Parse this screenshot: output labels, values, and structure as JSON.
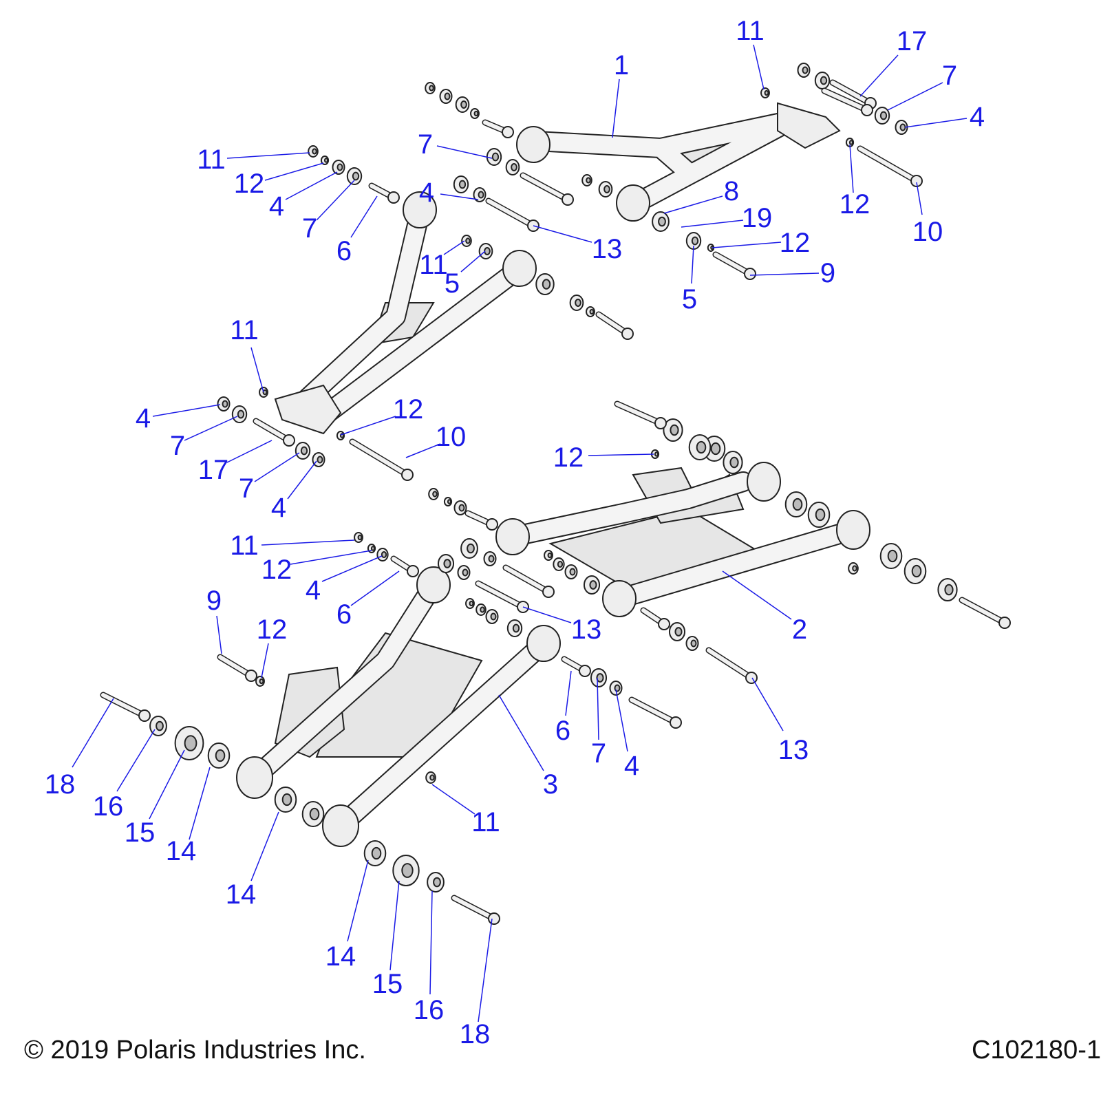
{
  "labels": [
    "1",
    "11",
    "17",
    "7",
    "4",
    "11",
    "12",
    "4",
    "7",
    "6",
    "7",
    "4",
    "13",
    "8",
    "19",
    "12",
    "9",
    "5",
    "12",
    "10",
    "11",
    "5",
    "11",
    "4",
    "7",
    "17",
    "7",
    "4",
    "12",
    "10",
    "12",
    "11",
    "12",
    "4",
    "6",
    "13",
    "2",
    "9",
    "12",
    "6",
    "7",
    "4",
    "13",
    "3",
    "11",
    "18",
    "16",
    "15",
    "14",
    "14",
    "14",
    "15",
    "16",
    "18"
  ],
  "footer": {
    "copyright": "© 2019 Polaris Industries Inc.",
    "diagram_id": "C102180-1"
  },
  "colors": {
    "callout": "#1a1ae6",
    "line_art": "#222222"
  }
}
